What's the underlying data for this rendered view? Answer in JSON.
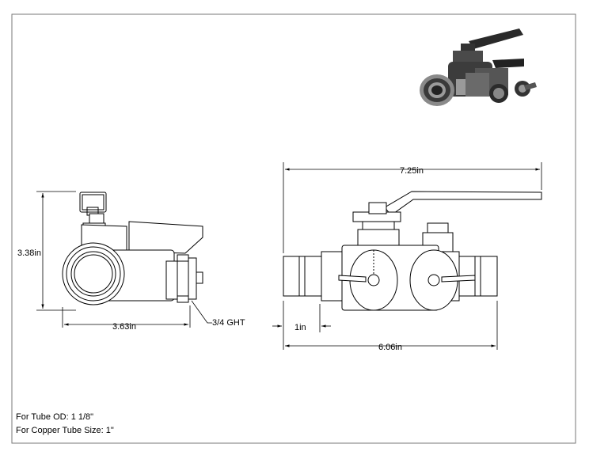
{
  "dimensions": {
    "side_height": "3.38in",
    "side_width": "3.63in",
    "thread": "3/4 GHT",
    "overall_length": "7.25in",
    "end_length": "1in",
    "body_length": "6.06in"
  },
  "notes": {
    "tube_od": "For Tube OD: 1 1/8\"",
    "copper_size": "For Copper Tube Size: 1\""
  }
}
